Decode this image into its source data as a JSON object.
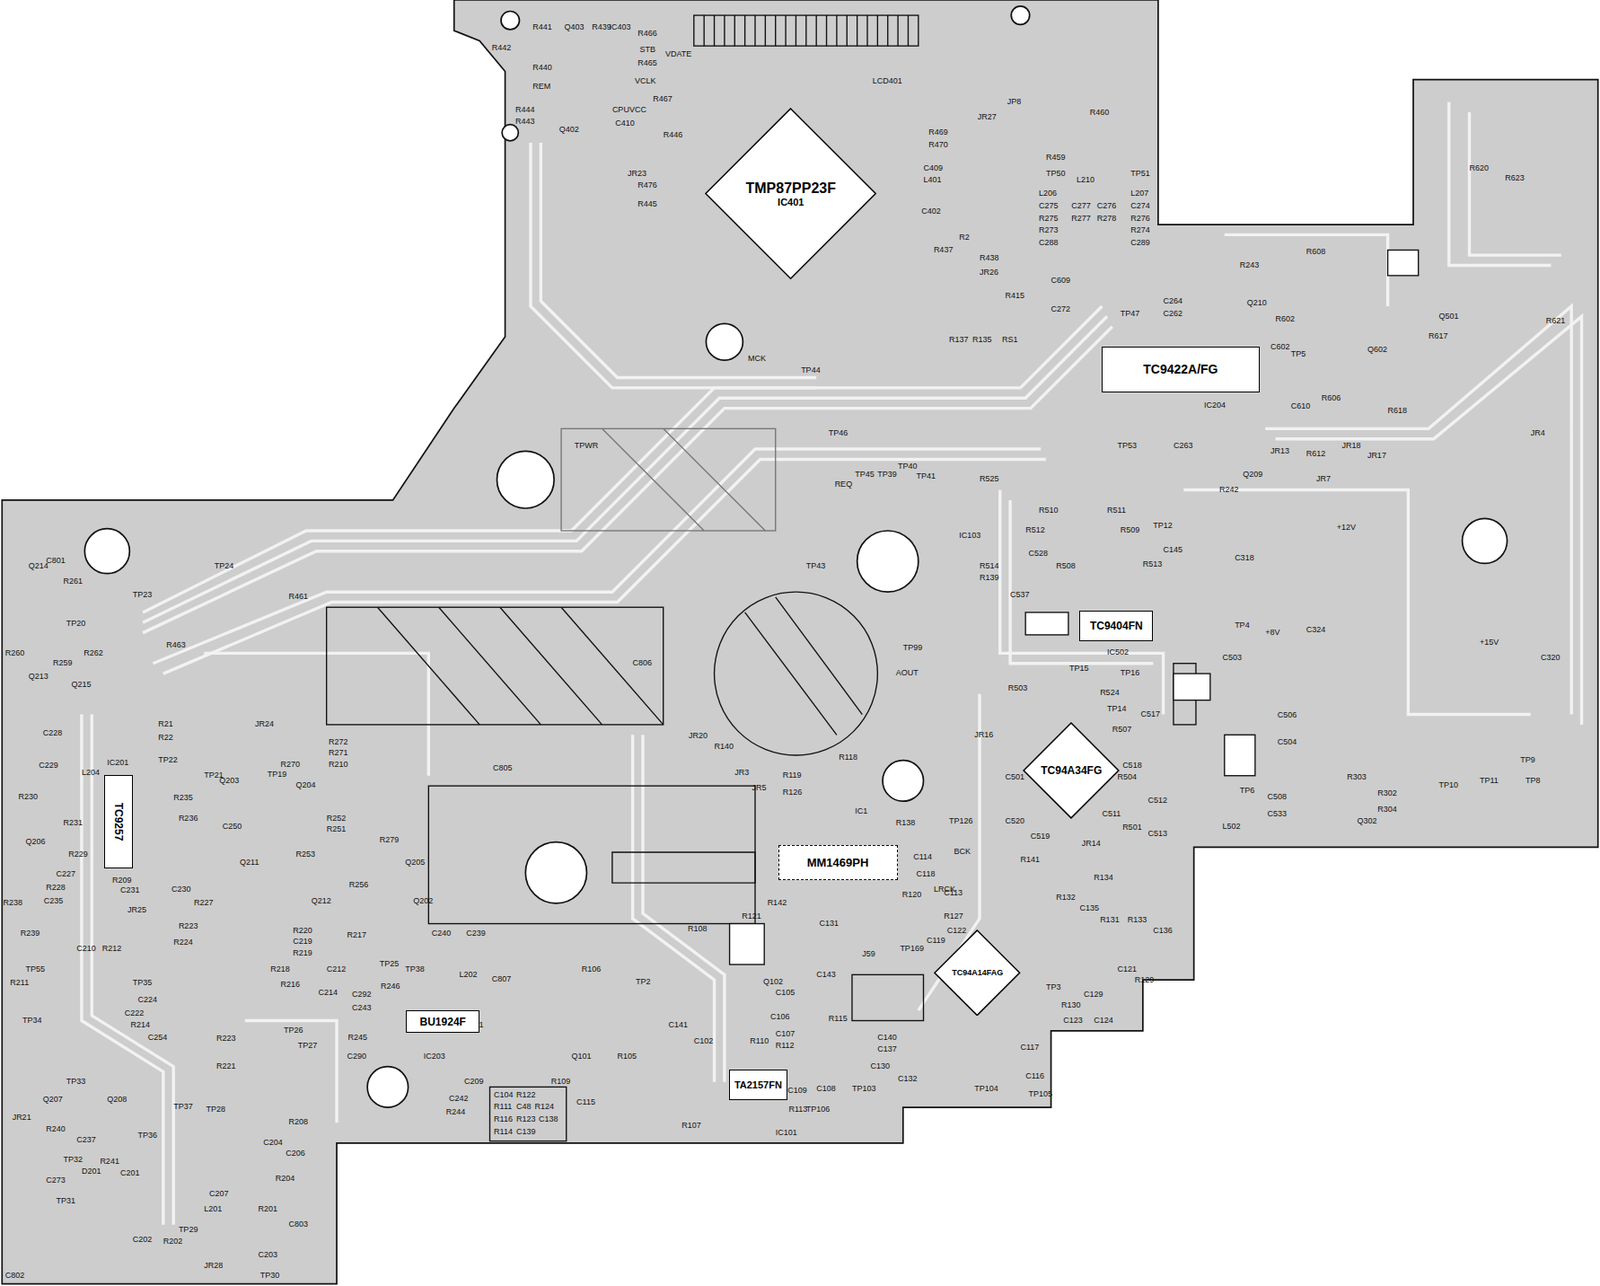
{
  "diagram": {
    "nodes": [
      {
        "text": [
          "TMP87PP23F",
          "IC401"
        ]
      },
      {
        "text": [
          "TC9422A/FG"
        ]
      },
      {
        "text": [
          "TC9404FN"
        ]
      },
      {
        "text": [
          "TC94A34FG"
        ]
      },
      {
        "text": [
          "MM1469PH"
        ]
      },
      {
        "text": [
          "TC9257"
        ]
      },
      {
        "text": [
          "BU1924F"
        ]
      },
      {
        "text": [
          "TA2157FN"
        ]
      },
      {
        "text": [
          "TC94A14FAG"
        ]
      }
    ],
    "labels": [
      "R442",
      "R441",
      "Q403",
      "R439",
      "IC403",
      "R466",
      "STB",
      "R465",
      "VDATE",
      "R440",
      "REM",
      "VCLK",
      "R467",
      "R444",
      "R443",
      "Q402",
      "CPUVCC",
      "C410",
      "R446",
      "LCD401",
      "JP8",
      "JR27",
      "R460",
      "R469",
      "R470",
      "R459",
      "C409",
      "L401",
      "TP50",
      "TP51",
      "L206",
      "L210",
      "L207",
      "C275",
      "C277",
      "C276",
      "C274",
      "R275",
      "R277",
      "R278",
      "R276",
      "R273",
      "R274",
      "C288",
      "C289",
      "JR23",
      "R476",
      "R445",
      "C402",
      "R2",
      "R437",
      "R438",
      "JR26",
      "C609",
      "C272",
      "R415",
      "R137",
      "R135",
      "RS1",
      "TP47",
      "C264",
      "C262",
      "R243",
      "Q210",
      "R602",
      "C602",
      "TP5",
      "R608",
      "Q602",
      "Q501",
      "R617",
      "R620",
      "R623",
      "R621",
      "IC204",
      "TP53",
      "C263",
      "Q209",
      "R242",
      "JR13",
      "R612",
      "JR18",
      "JR17",
      "R606",
      "C610",
      "R618",
      "JR4",
      "JR7",
      "+12V",
      "C318",
      "TP4",
      "+8V",
      "C324",
      "+15V",
      "C320",
      "TP9",
      "TP11",
      "TP8",
      "TP10",
      "R303",
      "R302",
      "R304",
      "Q302",
      "C506",
      "C504",
      "C508",
      "C533",
      "TP6",
      "L502",
      "C503",
      "IC502",
      "R525",
      "R509",
      "TP12",
      "R510",
      "R511",
      "IC103",
      "R512",
      "C528",
      "R508",
      "R513",
      "C145",
      "R514",
      "R139",
      "C537",
      "TP99",
      "AOUT",
      "TP43",
      "TP46",
      "TP45",
      "TP39",
      "TP40",
      "TP41",
      "REQ",
      "TP44",
      "MCK",
      "TPWR",
      "JR16",
      "R503",
      "C501",
      "R504",
      "C512",
      "C520",
      "C519",
      "R501",
      "C511",
      "C513",
      "TP14",
      "TP15",
      "TP16",
      "R524",
      "C517",
      "R507",
      "C518",
      "JR14",
      "R134",
      "R132",
      "C135",
      "R131",
      "R133",
      "C136",
      "C121",
      "R129",
      "R130",
      "C129",
      "C124",
      "C123",
      "C117",
      "C116",
      "TP105",
      "TP104",
      "TP3",
      "C122",
      "R127",
      "C113",
      "C119",
      "TP169",
      "C114",
      "C118",
      "BCK",
      "LRCK",
      "TP126",
      "R138",
      "R141",
      "R120",
      "IC1",
      "R118",
      "R140",
      "JR3",
      "JR5",
      "R119",
      "R126",
      "JR20",
      "C805",
      "C806",
      "JR24",
      "TP23",
      "TP24",
      "R461",
      "R463",
      "C801",
      "R261",
      "Q214",
      "TP20",
      "R260",
      "R262",
      "Q213",
      "R259",
      "Q215",
      "R21",
      "R22",
      "TP22",
      "C228",
      "C229",
      "L204",
      "IC201",
      "R230",
      "R231",
      "Q206",
      "R229",
      "R228",
      "C227",
      "C235",
      "R238",
      "R209",
      "C231",
      "JR25",
      "R235",
      "R236",
      "C230",
      "R227",
      "R224",
      "R223",
      "TP21",
      "TP19",
      "R272",
      "R271",
      "R210",
      "R270",
      "Q203",
      "C250",
      "R252",
      "R251",
      "Q204",
      "R279",
      "Q205",
      "Q212",
      "R256",
      "R253",
      "Q202",
      "Q211",
      "R220",
      "C219",
      "R219",
      "R217",
      "C240",
      "C239",
      "R218",
      "R216",
      "C212",
      "C214",
      "C292",
      "C243",
      "TP25",
      "TP38",
      "L202",
      "R246",
      "C807",
      "IC203",
      "C241",
      "C290",
      "R245",
      "C209",
      "C242",
      "R244",
      "R239",
      "C210",
      "R212",
      "TP55",
      "R211",
      "TP35",
      "C224",
      "C222",
      "R214",
      "C254",
      "R223",
      "R221",
      "TP34",
      "TP26",
      "TP27",
      "TP33",
      "Q207",
      "Q208",
      "JR21",
      "R240",
      "C237",
      "TP36",
      "TP37",
      "TP28",
      "TP32",
      "D201",
      "R241",
      "C201",
      "C273",
      "TP31",
      "R208",
      "C204",
      "C206",
      "R204",
      "C207",
      "L201",
      "R201",
      "C803",
      "TP29",
      "C202",
      "R202",
      "C203",
      "JR28",
      "TP30",
      "C802",
      "TP2",
      "R106",
      "R105",
      "Q101",
      "C115",
      "R109",
      "R110",
      "C102",
      "C141",
      "R108",
      "R121",
      "R142",
      "Q102",
      "C105",
      "C106",
      "C107",
      "R112",
      "IC101",
      "R113",
      "R107",
      "C104",
      "R122",
      "R111",
      "C48",
      "R124",
      "R116",
      "R123",
      "C138",
      "R114",
      "C139",
      "C143",
      "J59",
      "R115",
      "C140",
      "C137",
      "C130",
      "C132",
      "TP103",
      "TP106",
      "C108",
      "C109",
      "C131"
    ]
  }
}
